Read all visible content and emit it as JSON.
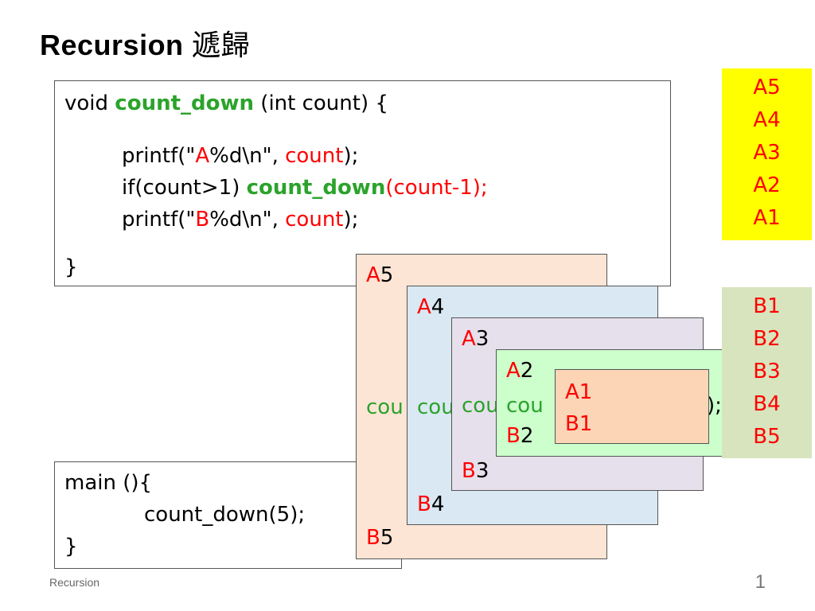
{
  "title": {
    "latin": "Recursion",
    "cjk": "遞歸"
  },
  "code": {
    "l1_a": "void ",
    "l1_fn": "count_down",
    "l1_b": " (int count) {",
    "l2_a": "printf(\"",
    "l2_letter": "A",
    "l2_b": "%d\\n\", ",
    "l2_var": "count",
    "l2_c": ");",
    "l3_a": "if(count>1) ",
    "l3_fn": "count_down",
    "l3_b": "(count-1);",
    "l4_a": "printf(\"",
    "l4_letter": "B",
    "l4_b": "%d\\n\", ",
    "l4_var": "count",
    "l4_c": ");",
    "l5": "}"
  },
  "main_code": {
    "l1": "main (){",
    "l2": "count_down(5);",
    "l3": "}"
  },
  "frames": {
    "f5": {
      "a_letter": "A",
      "a_num": "5",
      "mid": "cou",
      "b_letter": "B",
      "b_num": "5"
    },
    "f4": {
      "a_letter": "A",
      "a_num": "4",
      "mid": "cou",
      "b_letter": "B",
      "b_num": "4"
    },
    "f3": {
      "a_letter": "A",
      "a_num": "3",
      "mid": "cou",
      "b_letter": "B",
      "b_num": "3"
    },
    "f2": {
      "a_letter": "A",
      "a_num": "2",
      "mid": "cou",
      "b_letter": "B",
      "b_num": "2",
      "tail": ");"
    },
    "f1": {
      "a": "A1",
      "b": "B1"
    }
  },
  "a_outputs": [
    "A5",
    "A4",
    "A3",
    "A2",
    "A1"
  ],
  "b_outputs": [
    "B1",
    "B2",
    "B3",
    "B4",
    "B5"
  ],
  "footer": "Recursion",
  "page_number": "1",
  "colors": {
    "red": "#ff0000",
    "green": "#2ba32b",
    "yellow": "#ffff00"
  }
}
